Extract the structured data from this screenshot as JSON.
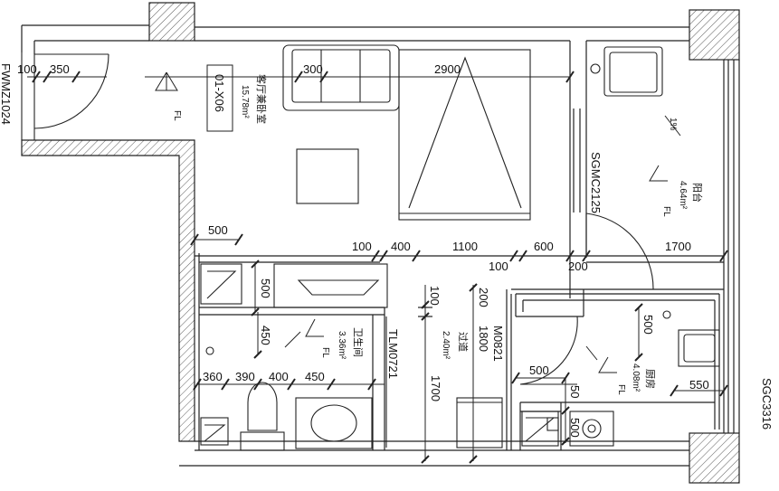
{
  "drawing": {
    "unit_code": "01-X06",
    "side_code_left": "FWMZ1024",
    "side_code_right": "SGC3316",
    "sliding_door_code": "SGMC2125",
    "partition_code": "TLM0721",
    "door_code": "M0821"
  },
  "rooms": {
    "living": {
      "name": "客厅兼卧室",
      "area": "15.78m²",
      "floor": "FL"
    },
    "balcony": {
      "name": "阳台",
      "area": "4.64m²",
      "floor": "FL",
      "slope": "1%"
    },
    "bathroom": {
      "name": "卫生间",
      "area": "3.36m²",
      "floor": "FL"
    },
    "corridor": {
      "name": "过道",
      "area": "2.40m²"
    },
    "kitchen": {
      "name": "厨房",
      "area": "4.08m²",
      "floor": "FL"
    }
  },
  "dimensions": {
    "d100_entry": "100",
    "d350_entry": "350",
    "d300_sofa": "300",
    "d2900_bed": "2900",
    "d500_bath_top": "500",
    "d100_mid": "100",
    "d400_mid": "400",
    "d1100_mid": "1100",
    "d100_mid2": "100",
    "d600_mid": "600",
    "d200_mid": "200",
    "d1700_balcony": "1700",
    "d500_bath_side": "500",
    "d100_corr": "100",
    "d200_corr": "200",
    "d1800_corr": "1800",
    "d450_bath": "450",
    "d500_kitchen_top": "500",
    "d360": "360",
    "d390": "390",
    "d400_bath": "400",
    "d450_basin": "450",
    "d1700_corr": "1700",
    "d500_kitchen_door": "500",
    "d50_kitchen": "50",
    "d500_kitchen_bottom": "500",
    "d550_kitchen": "550"
  }
}
